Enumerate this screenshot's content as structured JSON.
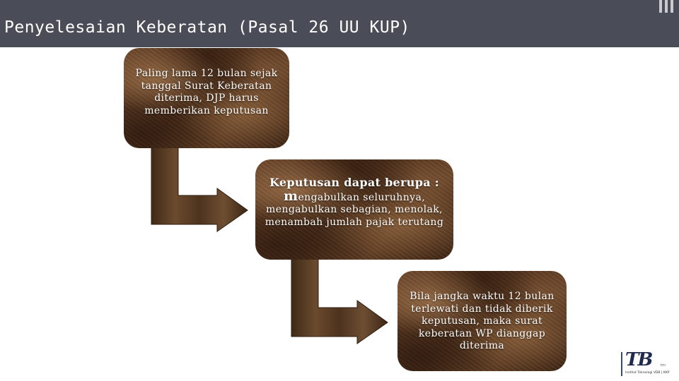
{
  "header": {
    "title": "Penyelesaian Keberatan (Pasal 26 UU KUP)"
  },
  "steps": [
    {
      "text": "Paling lama 12 bulan sejak tanggal Surat Keberatan diterima, DJP harus memberikan keputusan"
    },
    {
      "heading": "Keputusan dapat berupa :",
      "cap": "m",
      "text": "engabulkan seluruhnya, mengabulkan sebagian, menolak, menambah jumlah pajak terutang"
    },
    {
      "text": "Bila jangka waktu 12 bulan terlewati dan tidak diberik keputusan, maka surat keberatan WP dianggap diterima"
    }
  ],
  "logo": {
    "mark": "TB",
    "tm": "tm",
    "sub": "Institut Teknologi VDB | KKP"
  },
  "colors": {
    "header_bg": "#4a4c57",
    "box_base": "#4a2d19",
    "arrow": "#5a3e26"
  },
  "icons": [
    "down-right-arrow-icon",
    "down-right-arrow-icon"
  ]
}
